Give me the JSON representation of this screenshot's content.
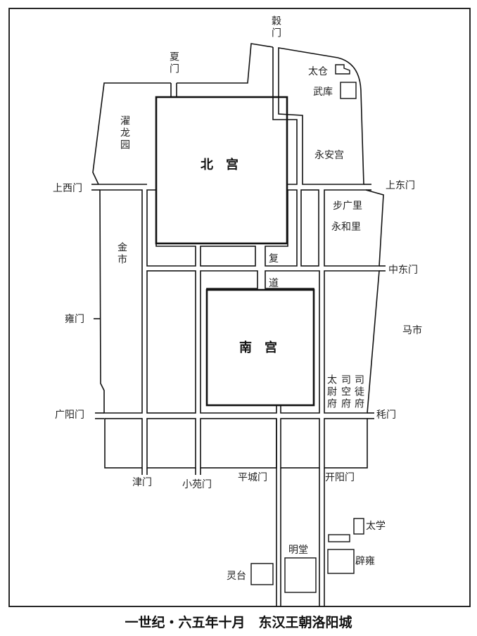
{
  "title": "一世纪・六五年十月　东汉王朝洛阳城",
  "palaces": {
    "north": "北　宫",
    "south": "南　宫"
  },
  "gates": {
    "gu": "穀门",
    "xia": "夏门",
    "shangxi": "上西门",
    "shangdong": "上东门",
    "zhongdong": "中东门",
    "yong": "雍门",
    "guangyang": "广阳门",
    "mao": "秏门",
    "jin": "津门",
    "xiaoyuan": "小苑门",
    "pingcheng": "平城门",
    "kaiyang": "开阳门"
  },
  "places": {
    "taicang": "太仓",
    "wuku": "武库",
    "zhuolongyuan": "濯龙园",
    "yonganggong": "永安宫",
    "buguangli": "步广里",
    "yongheli": "永和里",
    "jinshi": "金市",
    "fu": "复",
    "dao": "道",
    "mashi": "马市",
    "taiweifu": "太尉府",
    "sikongfu": "司空府",
    "situfu": "司徒府",
    "taixue": "太学",
    "biyong": "辟雍",
    "mingtang": "明堂",
    "lingtai": "灵台"
  }
}
